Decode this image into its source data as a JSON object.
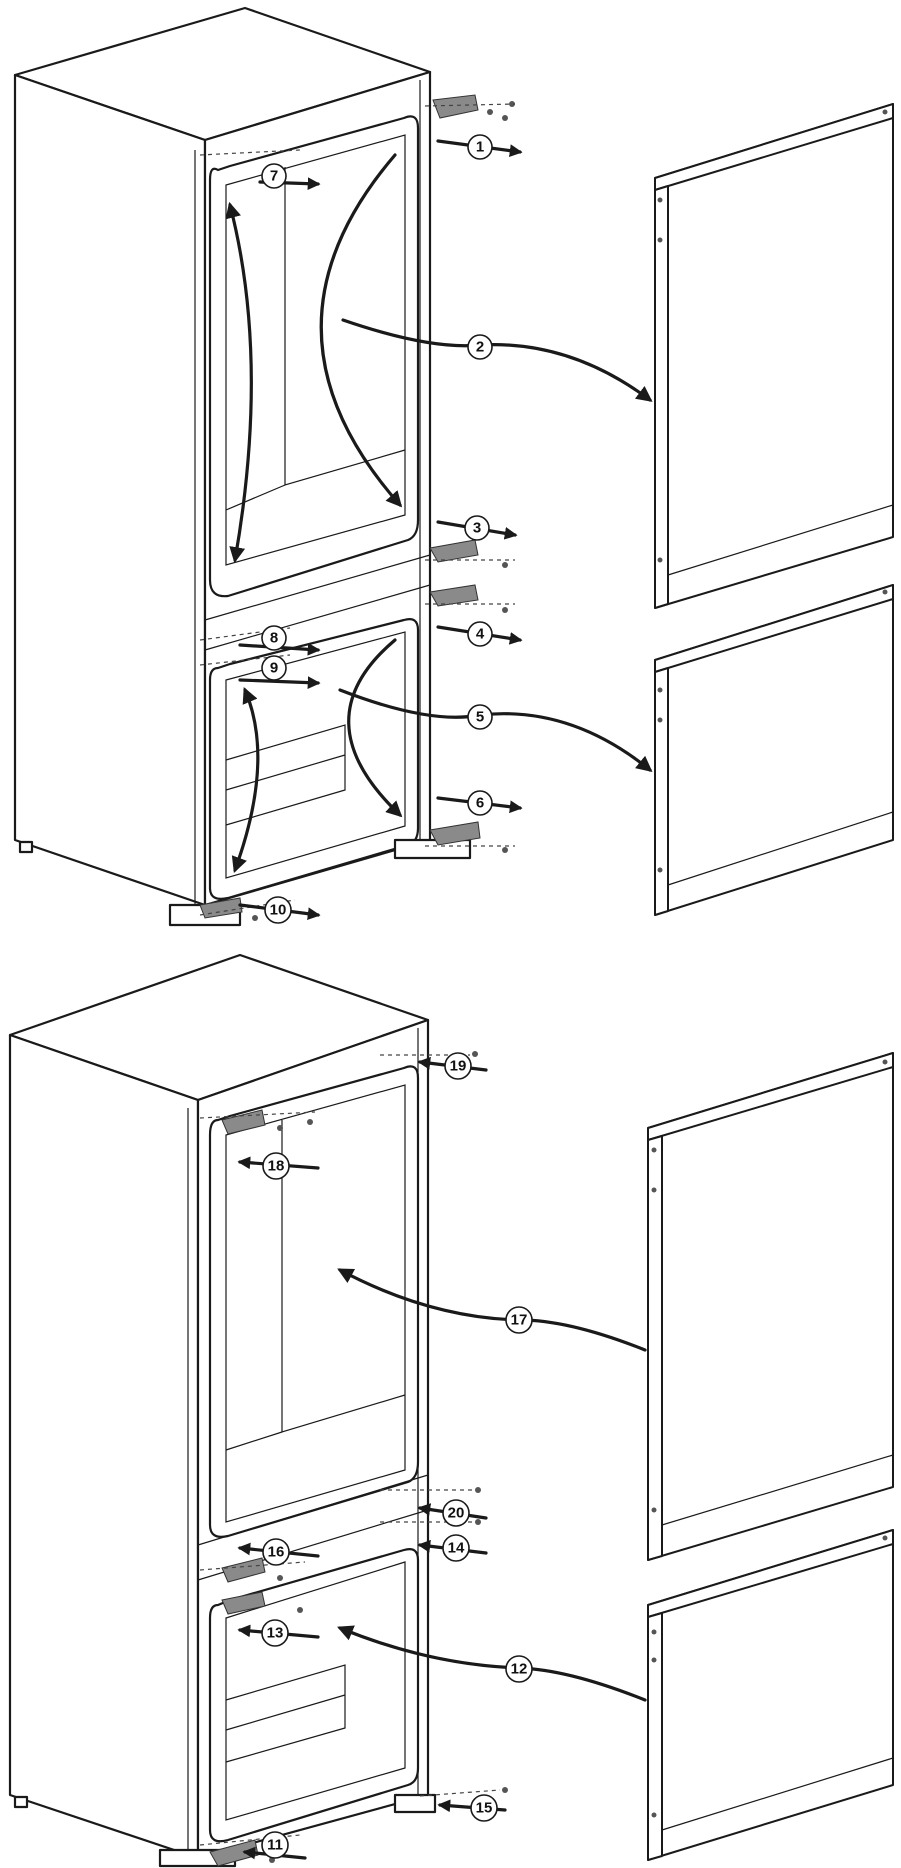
{
  "figures": [
    {
      "id": "door-removal",
      "callouts": [
        "1",
        "2",
        "3",
        "4",
        "5",
        "6",
        "7",
        "8",
        "9",
        "10"
      ]
    },
    {
      "id": "door-reinstallation",
      "callouts": [
        "11",
        "12",
        "13",
        "14",
        "15",
        "16",
        "17",
        "18",
        "19",
        "20"
      ]
    }
  ],
  "colors": {
    "line": "#1a1a1a",
    "hinge": "#8a8a8a",
    "background": "#ffffff"
  }
}
